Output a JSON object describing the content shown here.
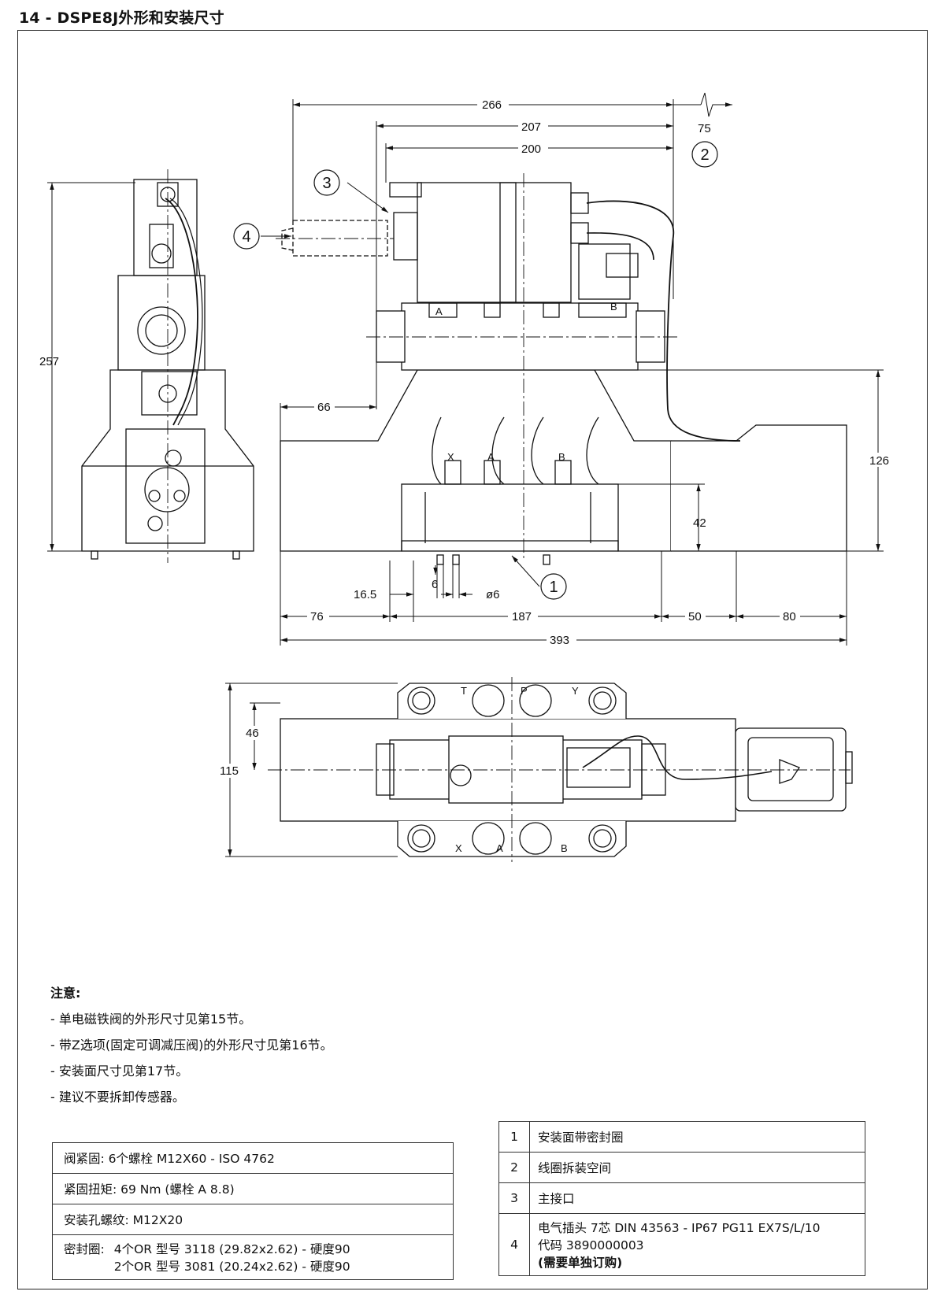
{
  "title": "14 - DSPE8J外形和安装尺寸",
  "dimensions": {
    "d266": "266",
    "d207": "207",
    "d200": "200",
    "d75": "75",
    "d257": "257",
    "d66": "66",
    "d126": "126",
    "d42": "42",
    "d6": "6",
    "d16_5": "16.5",
    "d_phi6": "ø6",
    "d76": "76",
    "d187": "187",
    "d50": "50",
    "d80": "80",
    "d393": "393",
    "d46": "46",
    "d115": "115"
  },
  "callouts": [
    "1",
    "2",
    "3",
    "4"
  ],
  "port_labels": {
    "x": "X",
    "a": "A",
    "b": "B",
    "solA": "A",
    "solB": "B",
    "t": "T",
    "p": "P",
    "y": "Y"
  },
  "notes": {
    "heading": "注意:",
    "items": [
      "- 单电磁铁阀的外形尺寸见第15节。",
      "- 带Z选项(固定可调减压阀)的外形尺寸见第16节。",
      "- 安装面尺寸见第17节。",
      "- 建议不要拆卸传感器。"
    ]
  },
  "spec_table": {
    "rows": [
      "阀紧固:  6个螺栓 M12X60 - ISO 4762",
      "紧固扭矩: 69 Nm (螺栓 A 8.8)",
      "安装孔螺纹:  M12X20"
    ],
    "seal_label": "密封圈:",
    "seal_lines": [
      "4个OR 型号 3118 (29.82x2.62) - 硬度90",
      "2个OR 型号 3081 (20.24x2.62) - 硬度90"
    ]
  },
  "legend": [
    {
      "num": "1",
      "text": "安装面带密封圈"
    },
    {
      "num": "2",
      "text": "线圈拆装空间"
    },
    {
      "num": "3",
      "text": "主接口"
    },
    {
      "num": "4",
      "lines": [
        "电气插头 7芯 DIN 43563 - IP67 PG11 EX7S/L/10",
        "代码 3890000003",
        "(需要单独订购)"
      ]
    }
  ]
}
